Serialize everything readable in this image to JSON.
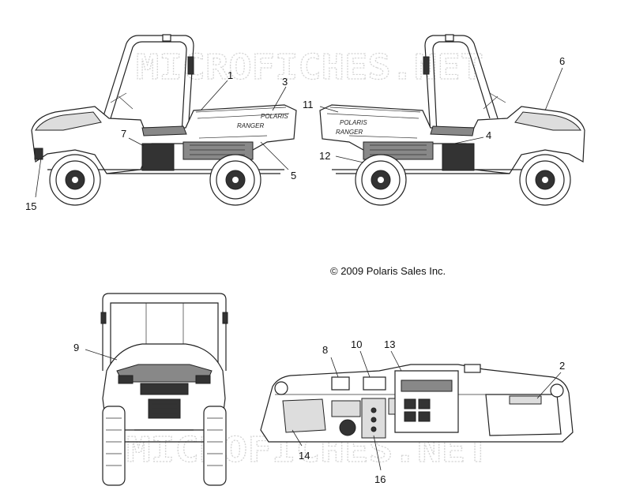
{
  "copyright": "© 2009 Polaris Sales Inc.",
  "watermark": "MICROFICHES.NET",
  "decal_text": {
    "ranger": "RANGER",
    "polaris": "POLARIS"
  },
  "callouts": {
    "c1": "1",
    "c2": "2",
    "c3": "3",
    "c4": "4",
    "c5": "5",
    "c6": "6",
    "c7": "7",
    "c8": "8",
    "c9": "9",
    "c10": "10",
    "c11": "11",
    "c12": "12",
    "c13": "13",
    "c14": "14",
    "c15": "15",
    "c16": "16"
  }
}
